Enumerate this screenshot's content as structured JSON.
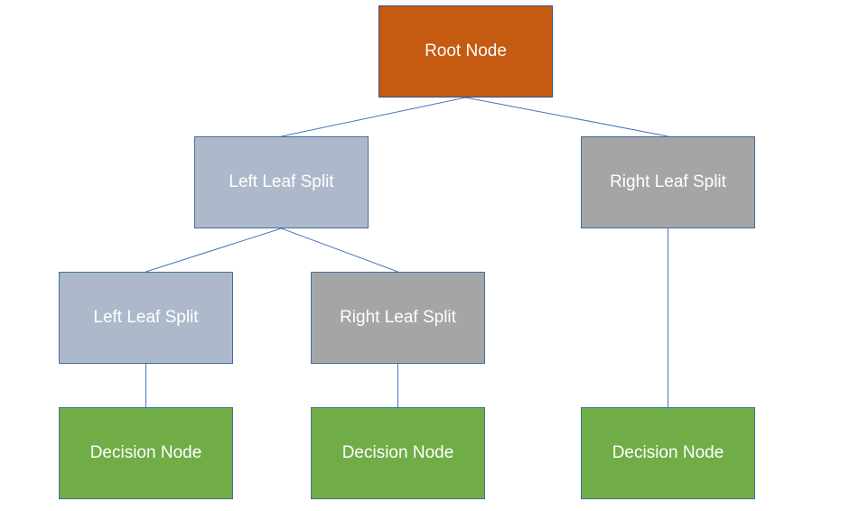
{
  "colors": {
    "root": "#c55a11",
    "left_split": "#adb9ca",
    "right_split": "#a5a5a5",
    "decision": "#70ad47",
    "connector": "#4472c4",
    "node_text": "#ffffff"
  },
  "nodes": {
    "root": {
      "label": "Root Node"
    },
    "left_split_1": {
      "label": "Left Leaf Split"
    },
    "right_split_1": {
      "label": "Right Leaf Split"
    },
    "left_split_2": {
      "label": "Left Leaf Split"
    },
    "right_split_2": {
      "label": "Right Leaf Split"
    },
    "decision_1": {
      "label": "Decision Node"
    },
    "decision_2": {
      "label": "Decision Node"
    },
    "decision_3": {
      "label": "Decision Node"
    }
  },
  "edges": [
    [
      "root",
      "left_split_1"
    ],
    [
      "root",
      "right_split_1"
    ],
    [
      "left_split_1",
      "left_split_2"
    ],
    [
      "left_split_1",
      "right_split_2"
    ],
    [
      "left_split_2",
      "decision_1"
    ],
    [
      "right_split_2",
      "decision_2"
    ],
    [
      "right_split_1",
      "decision_3"
    ]
  ]
}
